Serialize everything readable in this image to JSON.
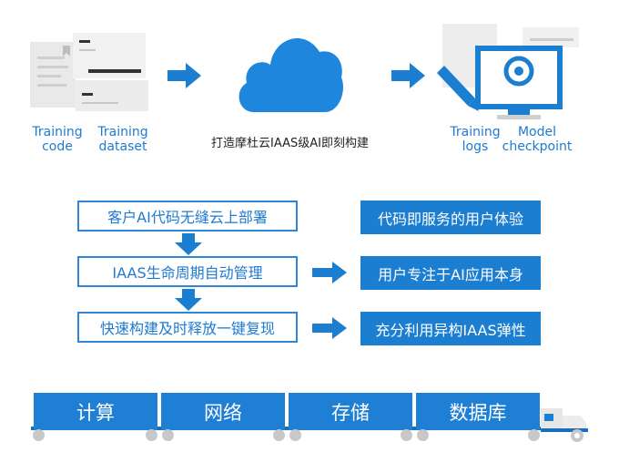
{
  "top": {
    "training_code": [
      "Training",
      "code"
    ],
    "training_dataset": [
      "Training",
      "dataset"
    ],
    "cloud_caption": "打造摩杜云IAAS级AI即刻构建",
    "training_logs": [
      "Training",
      "logs"
    ],
    "model_checkpoint": [
      "Model",
      "checkpoint"
    ]
  },
  "left_steps": [
    "客户AI代码无缝云上部署",
    "IAAS生命周期自动管理",
    "快速构建及时释放一键复现"
  ],
  "right_benefits": [
    "代码即服务的用户体验",
    "用户专注于AI应用本身",
    "充分利用异构IAAS弹性"
  ],
  "train": [
    "计算",
    "网络",
    "存储",
    "数据库"
  ],
  "colors": {
    "accent": "#1b7ed1",
    "cloud": "#1e86dc",
    "grey": "#e6e6e6"
  }
}
